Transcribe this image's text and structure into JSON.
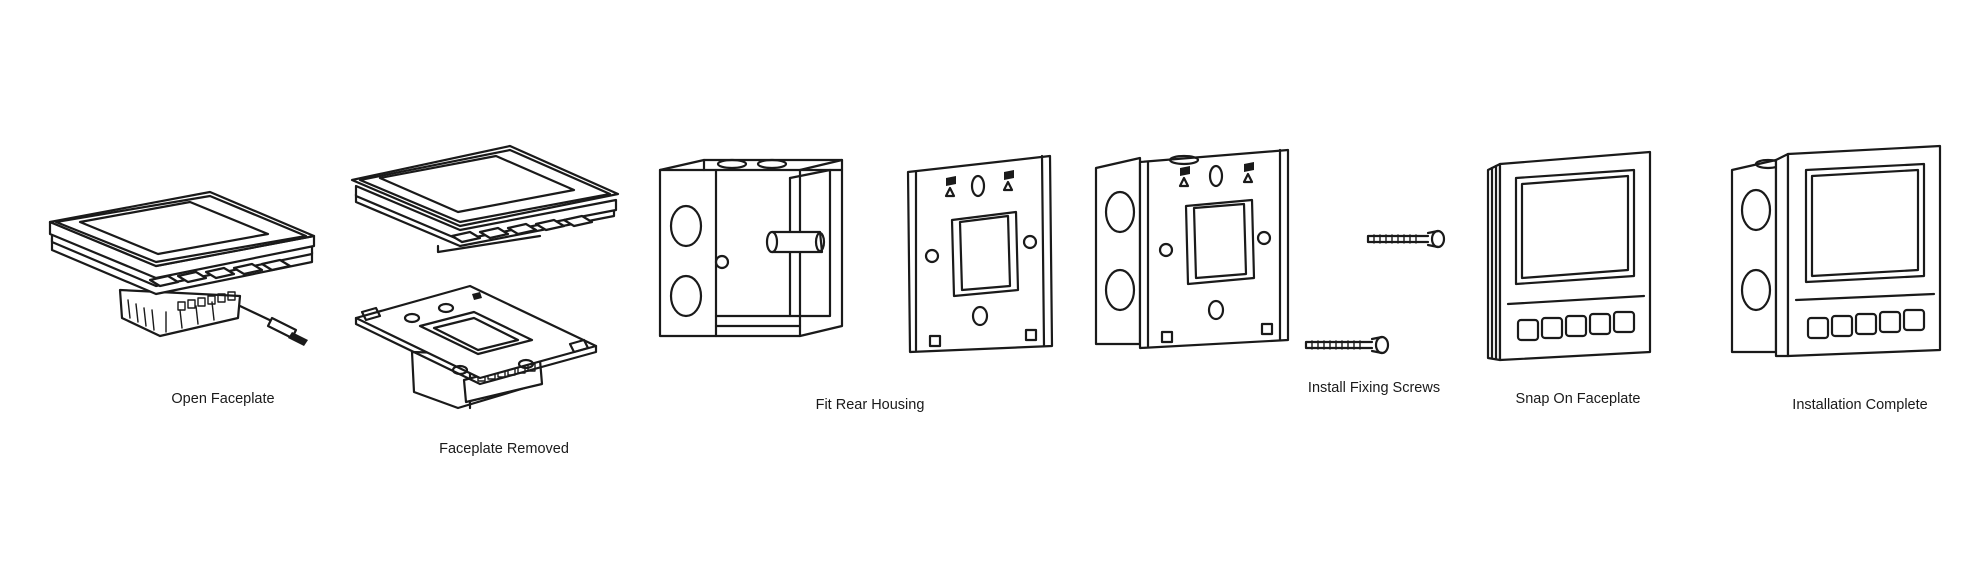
{
  "steps": [
    {
      "id": "open-faceplate",
      "label": "Open Faceplate"
    },
    {
      "id": "faceplate-removed",
      "label": "Faceplate Removed"
    },
    {
      "id": "fit-rear-housing",
      "label": "Fit Rear Housing"
    },
    {
      "id": "install-fixing-screws",
      "label": "Install Fixing Screws"
    },
    {
      "id": "snap-on-faceplate",
      "label": "Snap On Faceplate"
    },
    {
      "id": "installation-complete",
      "label": "Installation Complete"
    }
  ]
}
